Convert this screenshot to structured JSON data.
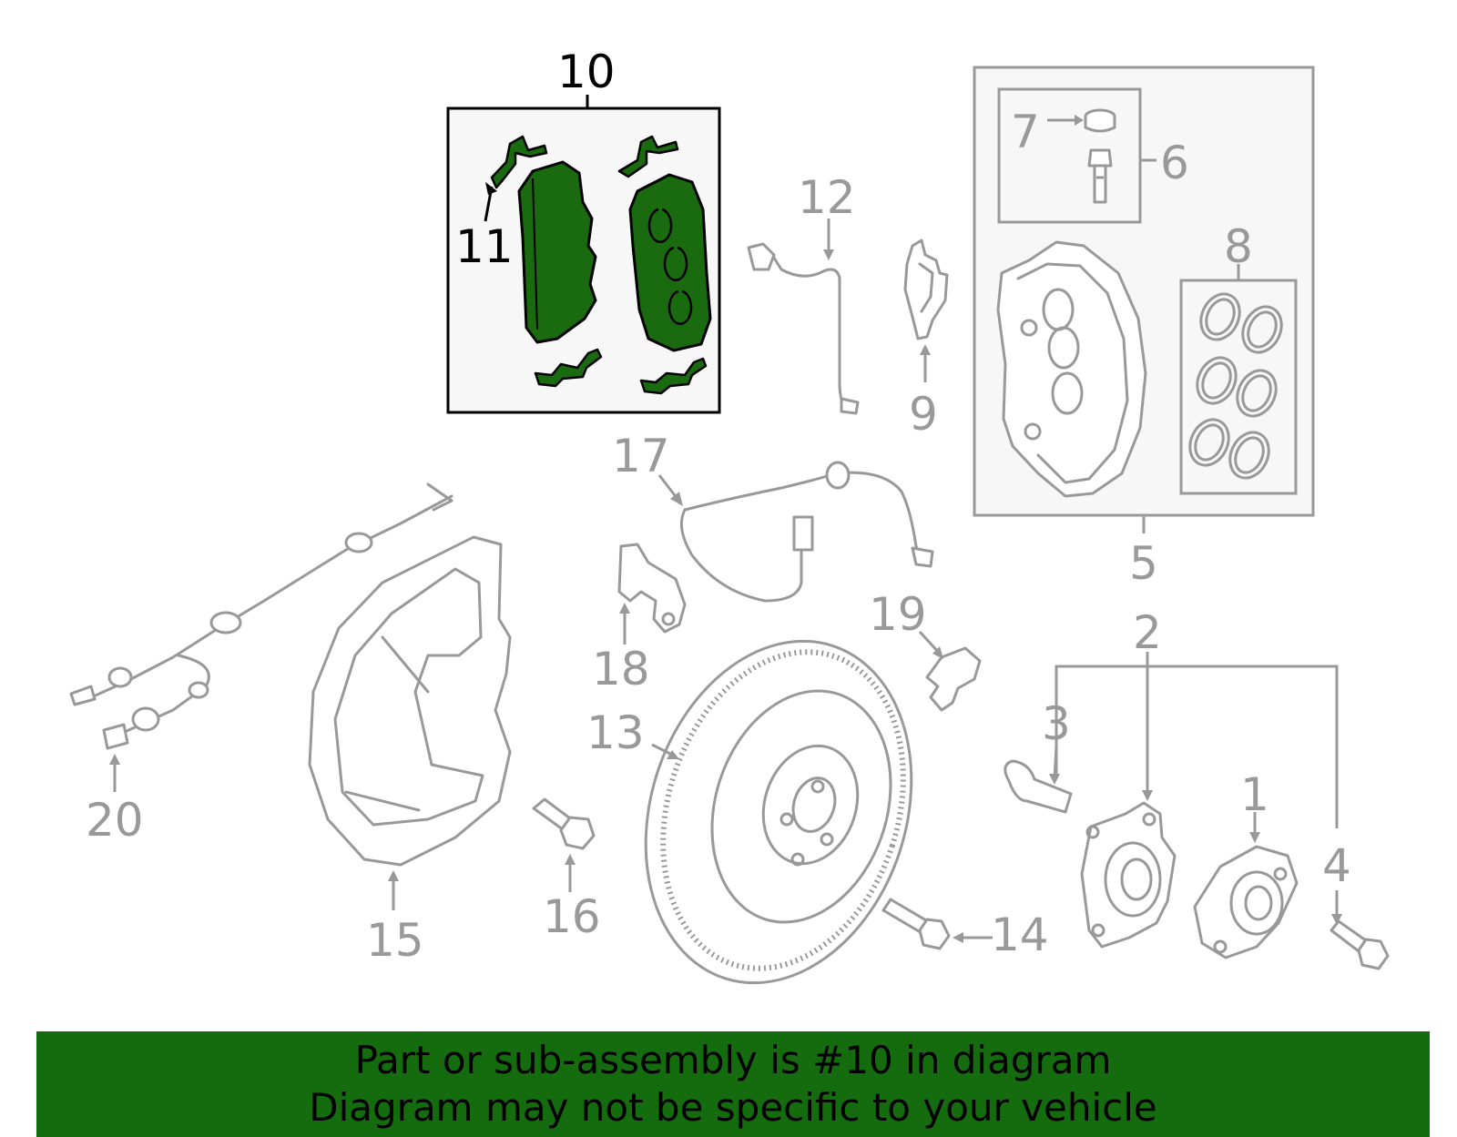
{
  "callouts": {
    "c1": "1",
    "c2": "2",
    "c3": "3",
    "c4": "4",
    "c5": "5",
    "c6": "6",
    "c7": "7",
    "c8": "8",
    "c9": "9",
    "c10": "10",
    "c11": "11",
    "c12": "12",
    "c13": "13",
    "c14": "14",
    "c15": "15",
    "c16": "16",
    "c17": "17",
    "c18": "18",
    "c19": "19",
    "c20": "20"
  },
  "highlight": {
    "part_number": "10",
    "color": "#1a6a0f"
  },
  "banner": {
    "line1": "Part or sub-assembly is #10 in diagram",
    "line2": "Diagram may not be specific to your vehicle",
    "background": "#146c0f"
  }
}
